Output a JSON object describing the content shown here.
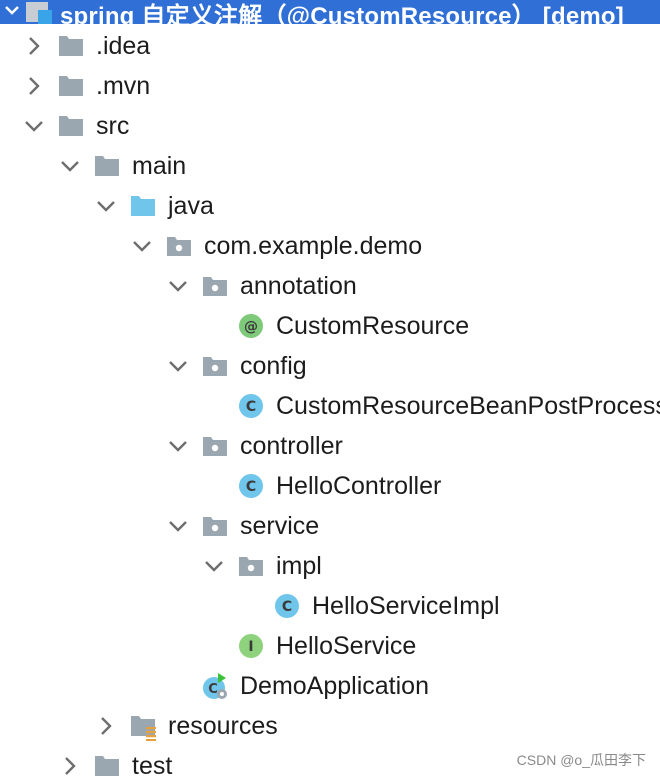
{
  "header": {
    "title": "spring 自定义注解（@CustomResource） [demo]"
  },
  "tree": [
    {
      "label": ".idea",
      "icon": "folder-icon",
      "arrow": "right",
      "depth": 0
    },
    {
      "label": ".mvn",
      "icon": "folder-icon",
      "arrow": "right",
      "depth": 0
    },
    {
      "label": "src",
      "icon": "folder-icon",
      "arrow": "down",
      "depth": 0
    },
    {
      "label": "main",
      "icon": "folder-icon",
      "arrow": "down",
      "depth": 1
    },
    {
      "label": "java",
      "icon": "source-folder-icon",
      "arrow": "down",
      "depth": 2
    },
    {
      "label": "com.example.demo",
      "icon": "package-icon",
      "arrow": "down",
      "depth": 3
    },
    {
      "label": "annotation",
      "icon": "package-icon",
      "arrow": "down",
      "depth": 4
    },
    {
      "label": "CustomResource",
      "icon": "annotation-icon",
      "arrow": "none",
      "depth": 5
    },
    {
      "label": "config",
      "icon": "package-icon",
      "arrow": "down",
      "depth": 4
    },
    {
      "label": "CustomResourceBeanPostProcessor",
      "icon": "class-icon",
      "arrow": "none",
      "depth": 5
    },
    {
      "label": "controller",
      "icon": "package-icon",
      "arrow": "down",
      "depth": 4
    },
    {
      "label": "HelloController",
      "icon": "class-icon",
      "arrow": "none",
      "depth": 5
    },
    {
      "label": "service",
      "icon": "package-icon",
      "arrow": "down",
      "depth": 4
    },
    {
      "label": "impl",
      "icon": "package-icon",
      "arrow": "down",
      "depth": 5
    },
    {
      "label": "HelloServiceImpl",
      "icon": "class-icon",
      "arrow": "none",
      "depth": 6
    },
    {
      "label": "HelloService",
      "icon": "interface-icon",
      "arrow": "none",
      "depth": 5
    },
    {
      "label": "DemoApplication",
      "icon": "spring-boot-class-icon",
      "arrow": "none",
      "depth": 4
    },
    {
      "label": "resources",
      "icon": "resources-folder-icon",
      "arrow": "right",
      "depth": 2
    },
    {
      "label": "test",
      "icon": "folder-icon",
      "arrow": "right",
      "depth": 1
    }
  ],
  "colors": {
    "header_bg": "#2f6fd6",
    "folder": "#9aa7b0",
    "source_folder": "#6fc5ea",
    "class_icon": "#6fc5ea",
    "annotation_icon": "#7fc97a",
    "interface_icon": "#8fd27e",
    "resources_bars": "#e8a13a",
    "run_marker": "#3ac23a"
  },
  "watermark": "CSDN @o_瓜田李下"
}
